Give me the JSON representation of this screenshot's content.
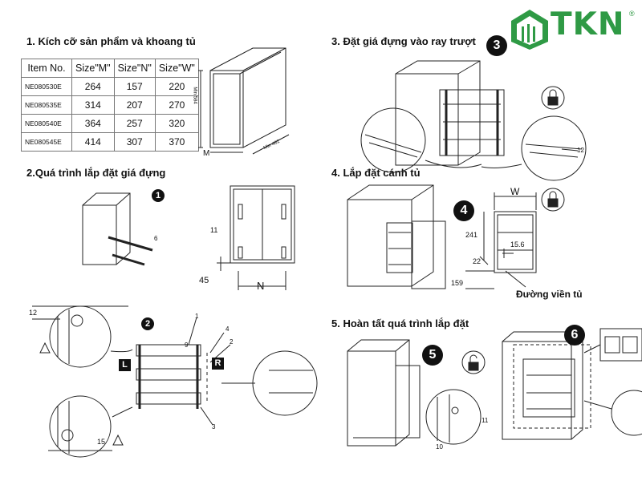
{
  "logo": {
    "text": "TKN",
    "reg": "®",
    "color": "#2f9a45"
  },
  "sections": {
    "s1": "1. Kích cỡ sản phẩm và khoang tủ",
    "s2": "2.Quá trình lắp đặt giá đựng",
    "s3": "3. Đặt giá đựng vào ray trượt",
    "s4": "4. Lắp đặt cánh tủ",
    "s5": "5. Hoàn tất quá trình lắp đặt"
  },
  "table": {
    "headers": [
      "Item No.",
      "Size\"M\"",
      "Size\"N\"",
      "Size\"W\""
    ],
    "rows": [
      [
        "NE080530E",
        "264",
        "157",
        "220"
      ],
      [
        "NE080535E",
        "314",
        "207",
        "270"
      ],
      [
        "NE080540E",
        "364",
        "257",
        "320"
      ],
      [
        "NE080545E",
        "414",
        "307",
        "370"
      ]
    ]
  },
  "cabinet_dims": {
    "height": "Min 584",
    "depth": "Min 482",
    "width": "M"
  },
  "step2": {
    "badge1": "1",
    "badge2": "2",
    "call6": "6",
    "call11": "11",
    "dim45": "45",
    "dimN": "N",
    "dim12": "12",
    "dim15": "15",
    "L": "L",
    "R": "R",
    "c1": "1",
    "c9": "9",
    "c4": "4",
    "c2": "2",
    "c3": "3"
  },
  "step3": {
    "badge": "3",
    "call12": "12"
  },
  "step4": {
    "badge": "4",
    "dimW": "W",
    "d241": "241",
    "d156": "15.6",
    "d22": "22",
    "d159": "159",
    "caption": "Đường viền tủ"
  },
  "step5": {
    "badge5": "5",
    "badge6": "6",
    "call11": "11",
    "call10": "10"
  }
}
